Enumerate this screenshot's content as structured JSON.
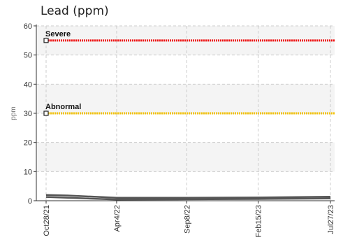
{
  "chart_data": {
    "type": "line",
    "title": "Lead (ppm)",
    "ylabel": "ppm",
    "xlabel": "",
    "ylim": [
      0,
      60
    ],
    "yticks": [
      0,
      10,
      20,
      30,
      40,
      50,
      60
    ],
    "x_tick_labels": [
      "Oct28/21",
      "Apr4/22",
      "Sep8/22",
      "Feb15/23",
      "Jul27/23"
    ],
    "x_tick_dates": [
      "2021-10-28",
      "2022-04-04",
      "2022-09-08",
      "2023-02-15",
      "2023-07-27"
    ],
    "grid": true,
    "reference_lines": [
      {
        "label": "Severe",
        "value": 55,
        "color": "#ee1111"
      },
      {
        "label": "Abnormal",
        "value": 30,
        "color": "#f2c200"
      }
    ],
    "series": [
      {
        "color": "#555555",
        "points": [
          {
            "x": "2021-10-28",
            "y": 2
          },
          {
            "x": "2021-12-15",
            "y": 1.8
          },
          {
            "x": "2022-04-04",
            "y": 1
          },
          {
            "x": "2022-09-08",
            "y": 1
          },
          {
            "x": "2023-02-15",
            "y": 1.1
          },
          {
            "x": "2023-07-27",
            "y": 1.4
          }
        ]
      },
      {
        "color": "#555555",
        "points": [
          {
            "x": "2021-10-28",
            "y": 1.3
          },
          {
            "x": "2022-04-04",
            "y": 0.4
          },
          {
            "x": "2022-09-08",
            "y": 0.5
          },
          {
            "x": "2023-02-15",
            "y": 0.6
          },
          {
            "x": "2023-07-27",
            "y": 0.8
          }
        ]
      }
    ]
  }
}
